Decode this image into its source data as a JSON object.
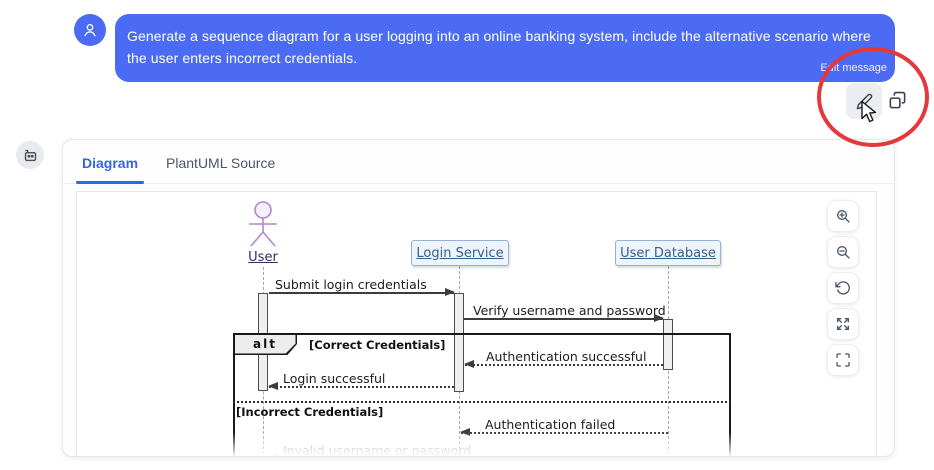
{
  "user_message": {
    "text": "Generate a sequence diagram for a user logging into an online banking system, include the alternative scenario where the user enters incorrect credentials.",
    "edit_hint": "Edit message"
  },
  "message_actions": {
    "edit_icon": "pencil-icon",
    "copy_icon": "copy-icon"
  },
  "assistant": {
    "avatar_icon": "robot-icon"
  },
  "tabs": {
    "diagram": "Diagram",
    "source": "PlantUML Source"
  },
  "viewer_controls": [
    {
      "icon": "zoom-in-icon"
    },
    {
      "icon": "zoom-out-icon"
    },
    {
      "icon": "reset-view-icon"
    },
    {
      "icon": "expand-icon"
    },
    {
      "icon": "fullscreen-icon"
    }
  ],
  "diagram": {
    "participants": [
      {
        "name": "User",
        "type": "actor"
      },
      {
        "name": "Login Service",
        "type": "participant"
      },
      {
        "name": "User Database",
        "type": "participant"
      }
    ],
    "alt": {
      "operator": "alt",
      "guard_correct": "[Correct Credentials]",
      "guard_incorrect": "[Incorrect Credentials]"
    },
    "messages": [
      {
        "label": "Submit login credentials",
        "from": "User",
        "to": "Login Service",
        "line": "solid"
      },
      {
        "label": "Verify username and password",
        "from": "Login Service",
        "to": "User Database",
        "line": "solid"
      },
      {
        "label": "Authentication successful",
        "from": "User Database",
        "to": "Login Service",
        "line": "dotted"
      },
      {
        "label": "Login successful",
        "from": "Login Service",
        "to": "User",
        "line": "dotted"
      },
      {
        "label": "Authentication failed",
        "from": "User Database",
        "to": "Login Service",
        "line": "dotted"
      },
      {
        "label": "Invalid username or password",
        "from": "Login Service",
        "to": "User",
        "line": "dotted",
        "faded": true
      }
    ]
  },
  "colors": {
    "user_bubble": "#4b6bf5",
    "tab_active": "#3565e6",
    "annotation_red": "#e3393c",
    "actor_purple": "#b287c9",
    "participant_fill": "#edf4fb",
    "participant_border": "#93b2d4",
    "participant_text": "#35618d",
    "arrow": "#3c3c3c"
  }
}
